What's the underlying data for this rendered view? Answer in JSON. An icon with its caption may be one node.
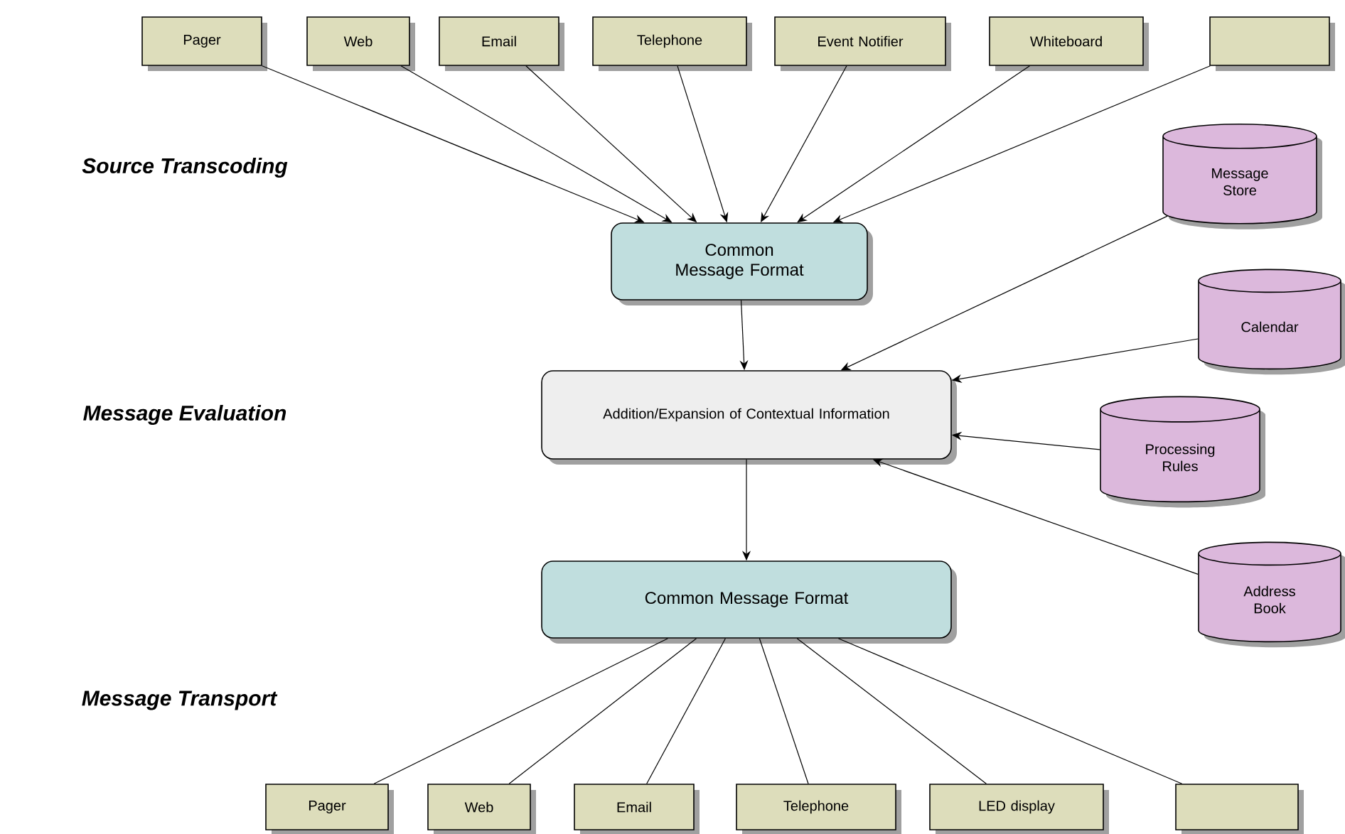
{
  "diagram": {
    "nodes": [
      {
        "text": [
          "Pager"
        ]
      },
      {
        "text": [
          "Web"
        ]
      },
      {
        "text": [
          "Email"
        ]
      },
      {
        "text": [
          "Telephone"
        ]
      },
      {
        "text": [
          "Event Notifier"
        ]
      },
      {
        "text": [
          "Whiteboard"
        ]
      },
      {
        "text": [],
        "shape": "box"
      },
      {
        "text": [
          "Common Message Format"
        ]
      },
      {
        "text": [
          "Message Store"
        ]
      },
      {
        "text": [
          "Calendar"
        ]
      },
      {
        "text": [
          "Addition/Expansion of Contextual Information"
        ]
      },
      {
        "text": [
          "Processing Rules"
        ]
      },
      {
        "text": [
          "Address Book"
        ]
      },
      {
        "text": [
          "Common Message  Format"
        ]
      },
      {
        "text": [
          "Pager"
        ]
      },
      {
        "text": [
          "Web"
        ]
      },
      {
        "text": [
          "Email"
        ]
      },
      {
        "text": [
          "Telephone"
        ]
      },
      {
        "text": [
          "LED display"
        ]
      },
      {
        "text": [],
        "shape": "box"
      }
    ],
    "edges": [
      {
        "from": 0,
        "to": 7,
        "arrow": "to"
      },
      {
        "from": 1,
        "to": 7,
        "arrow": "to"
      },
      {
        "from": 2,
        "to": 7,
        "arrow": "to"
      },
      {
        "from": 3,
        "to": 7,
        "arrow": "to"
      },
      {
        "from": 4,
        "to": 7,
        "arrow": "to"
      },
      {
        "from": 5,
        "to": 7,
        "arrow": "to"
      },
      {
        "from": 6,
        "to": 7,
        "arrow": "to"
      },
      {
        "from": 7,
        "to": 10,
        "arrow": "to"
      },
      {
        "from": 8,
        "to": 10,
        "arrow": "to"
      },
      {
        "from": 9,
        "to": 10,
        "arrow": "to"
      },
      {
        "from": 11,
        "to": 10,
        "arrow": "to"
      },
      {
        "from": 12,
        "to": 10,
        "arrow": "to"
      },
      {
        "from": 10,
        "to": 13,
        "arrow": "to"
      },
      {
        "from": 13,
        "to": 14,
        "arrow": "none"
      },
      {
        "from": 13,
        "to": 15,
        "arrow": "none"
      },
      {
        "from": 13,
        "to": 16,
        "arrow": "none"
      },
      {
        "from": 13,
        "to": 17,
        "arrow": "none"
      },
      {
        "from": 13,
        "to": 18,
        "arrow": "none"
      },
      {
        "from": 13,
        "to": 19,
        "arrow": "none"
      }
    ],
    "labels": [
      "Source Transcoding",
      "Message Evaluation",
      "Message Transport"
    ]
  }
}
